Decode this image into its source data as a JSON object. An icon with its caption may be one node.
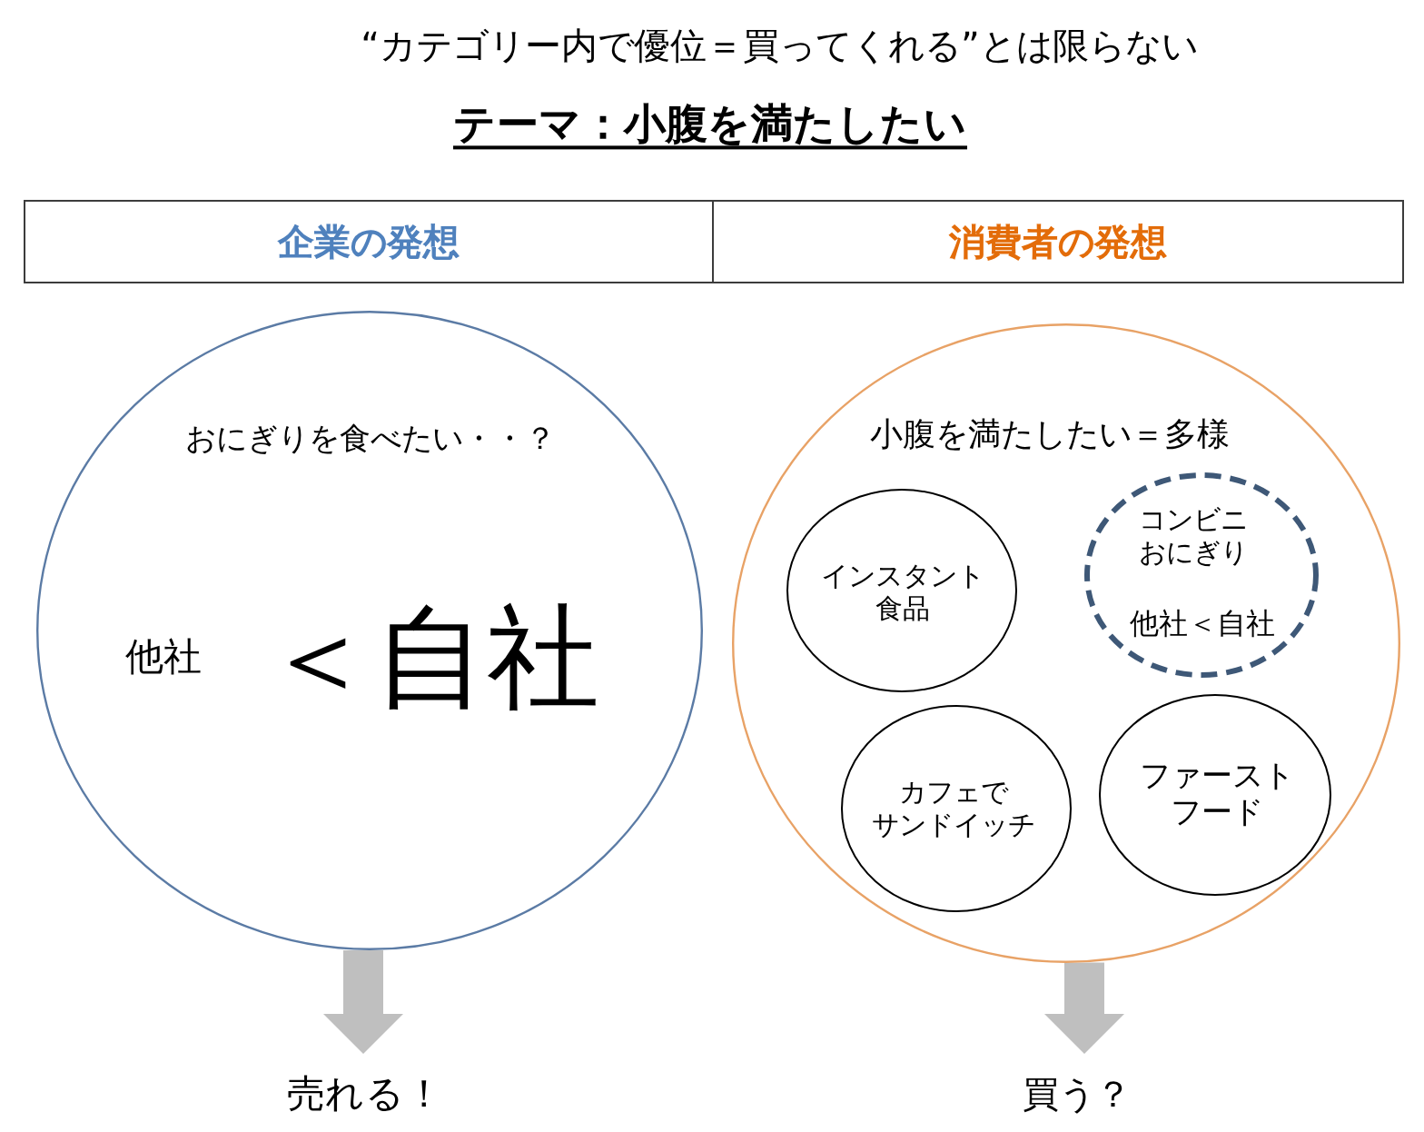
{
  "diagram": {
    "title": "“カテゴリー内で優位＝買ってくれる”とは限らない",
    "nodes": [
      {
        "text": [
          "おにぎりを食べたい・・？",
          "他社",
          "＜自社"
        ]
      },
      {
        "text": [
          "小腹を満たしたい＝多様"
        ]
      },
      {
        "text": [
          "インスタント食品"
        ],
        "in": 1
      },
      {
        "text": [
          "コンビニおにぎり",
          "他社＜自社"
        ],
        "in": 1
      },
      {
        "text": [
          "カフェでサンドイッチ"
        ],
        "in": 1
      },
      {
        "text": [
          "ファーストフード"
        ],
        "in": 1
      },
      {
        "text": [
          "売れる！"
        ]
      },
      {
        "text": [
          "買う？"
        ]
      }
    ],
    "edges": [
      {
        "from": 0,
        "to": 6,
        "arrow": "to"
      },
      {
        "from": 1,
        "to": 7,
        "arrow": "to"
      }
    ],
    "labels": [
      "テーマ：小腹を満たしたい",
      "企業の発想",
      "消費者の発想"
    ]
  }
}
